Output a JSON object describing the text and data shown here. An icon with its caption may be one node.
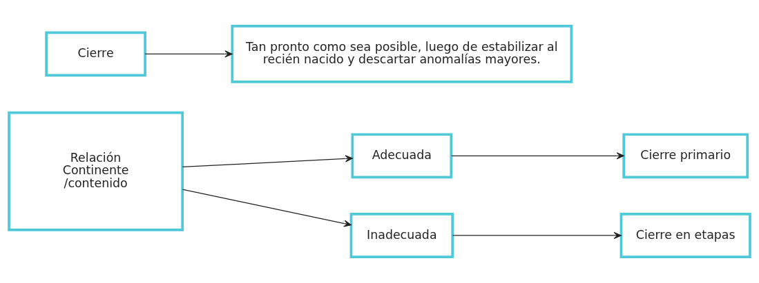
{
  "diagram": {
    "nodes": [
      {
        "text": [
          "Cierre"
        ]
      },
      {
        "text": [
          "Tan pronto como sea posible, luego de estabilizar al recién nacido y descartar anomalías mayores."
        ]
      },
      {
        "text": [
          "Relación Continente /contenido"
        ]
      },
      {
        "text": [
          "Adecuada"
        ]
      },
      {
        "text": [
          "Cierre primario"
        ]
      },
      {
        "text": [
          "Inadecuada"
        ]
      },
      {
        "text": [
          "Cierre en etapas"
        ]
      }
    ],
    "edges": [
      {
        "from": 0,
        "to": 1,
        "arrow": "to"
      },
      {
        "from": 2,
        "to": 3,
        "arrow": "to"
      },
      {
        "from": 3,
        "to": 4,
        "arrow": "to"
      },
      {
        "from": 2,
        "to": 5,
        "arrow": "to"
      },
      {
        "from": 5,
        "to": 6,
        "arrow": "to"
      }
    ]
  }
}
